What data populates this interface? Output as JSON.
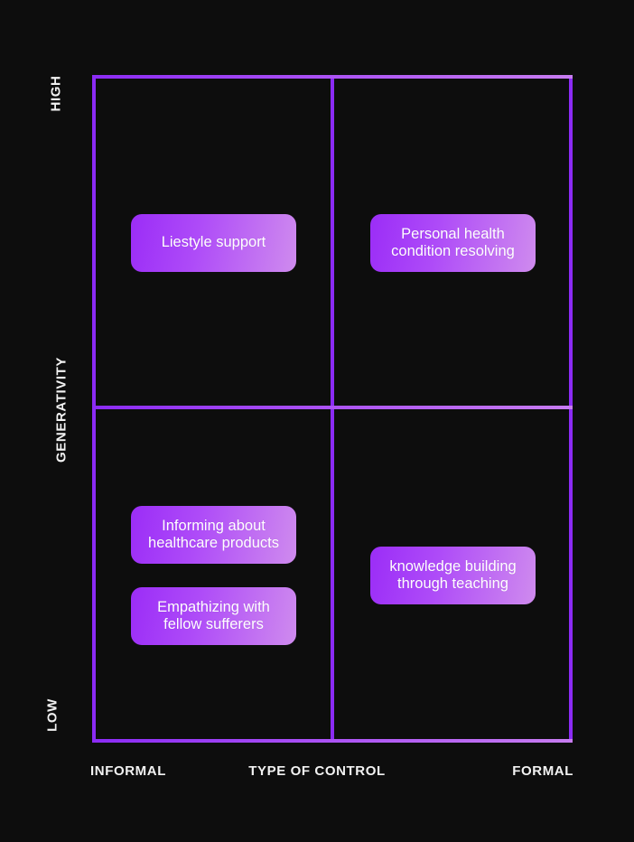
{
  "chart_data": {
    "type": "scatter",
    "title": "",
    "xlabel": "TYPE OF CONTROL",
    "ylabel": "GENERATIVITY",
    "x_axis": {
      "label": "TYPE OF CONTROL",
      "low_label": "INFORMAL",
      "high_label": "FORMAL"
    },
    "y_axis": {
      "label": "GENERATIVITY",
      "low_label": "LOW",
      "high_label": "HIGH"
    },
    "grid": true,
    "legend": "none",
    "quadrants": [
      {
        "id": "top-left",
        "x_level": "INFORMAL",
        "y_level": "HIGH",
        "items": [
          "Liestyle support"
        ]
      },
      {
        "id": "top-right",
        "x_level": "FORMAL",
        "y_level": "HIGH",
        "items": [
          "Personal health condition resolving"
        ]
      },
      {
        "id": "bottom-left",
        "x_level": "INFORMAL",
        "y_level": "LOW",
        "items": [
          "Informing about healthcare products",
          "Empathizing with fellow sufferers"
        ]
      },
      {
        "id": "bottom-right",
        "x_level": "FORMAL",
        "y_level": "LOW",
        "items": [
          "knowledge building through teaching"
        ]
      }
    ],
    "items": [
      {
        "label": "Liestyle support",
        "line1": "Liestyle support",
        "line2": "",
        "x": 0.25,
        "y": 0.79
      },
      {
        "label": "Personal health condition resolving",
        "line1": "Personal health",
        "line2": "condition resolving",
        "x": 0.75,
        "y": 0.79
      },
      {
        "label": "Informing about healthcare products",
        "line1": "Informing about",
        "line2": "healthcare products",
        "x": 0.25,
        "y": 0.32
      },
      {
        "label": "Empathizing with fellow sufferers",
        "line1": "Empathizing with",
        "line2": "fellow sufferers",
        "x": 0.25,
        "y": 0.2
      },
      {
        "label": "knowledge building through teaching",
        "line1": "knowledge building",
        "line2": "through teaching",
        "x": 0.75,
        "y": 0.26
      }
    ]
  },
  "axes": {
    "y_high": "HIGH",
    "y_low": "LOW",
    "y_title": "GENERATIVITY",
    "x_low": "INFORMAL",
    "x_title": "TYPE OF CONTROL",
    "x_high": "FORMAL"
  },
  "chips": {
    "lifestyle_support": {
      "line1": "Liestyle support",
      "line2": ""
    },
    "personal_health": {
      "line1": "Personal health",
      "line2": "condition resolving"
    },
    "informing_healthcare": {
      "line1": "Informing about",
      "line2": "healthcare products"
    },
    "empathizing_sufferers": {
      "line1": "Empathizing with",
      "line2": "fellow sufferers"
    },
    "knowledge_building": {
      "line1": "knowledge building",
      "line2": "through teaching"
    }
  },
  "colors": {
    "background": "#0d0d0d",
    "frame_violet": "#8b2bf5",
    "frame_violet_light": "#c77cf0",
    "chip_gradient_start": "#9b2df7",
    "chip_gradient_end": "#cf8bee",
    "text": "#ffffff",
    "axis_text": "#f2f2f2"
  }
}
